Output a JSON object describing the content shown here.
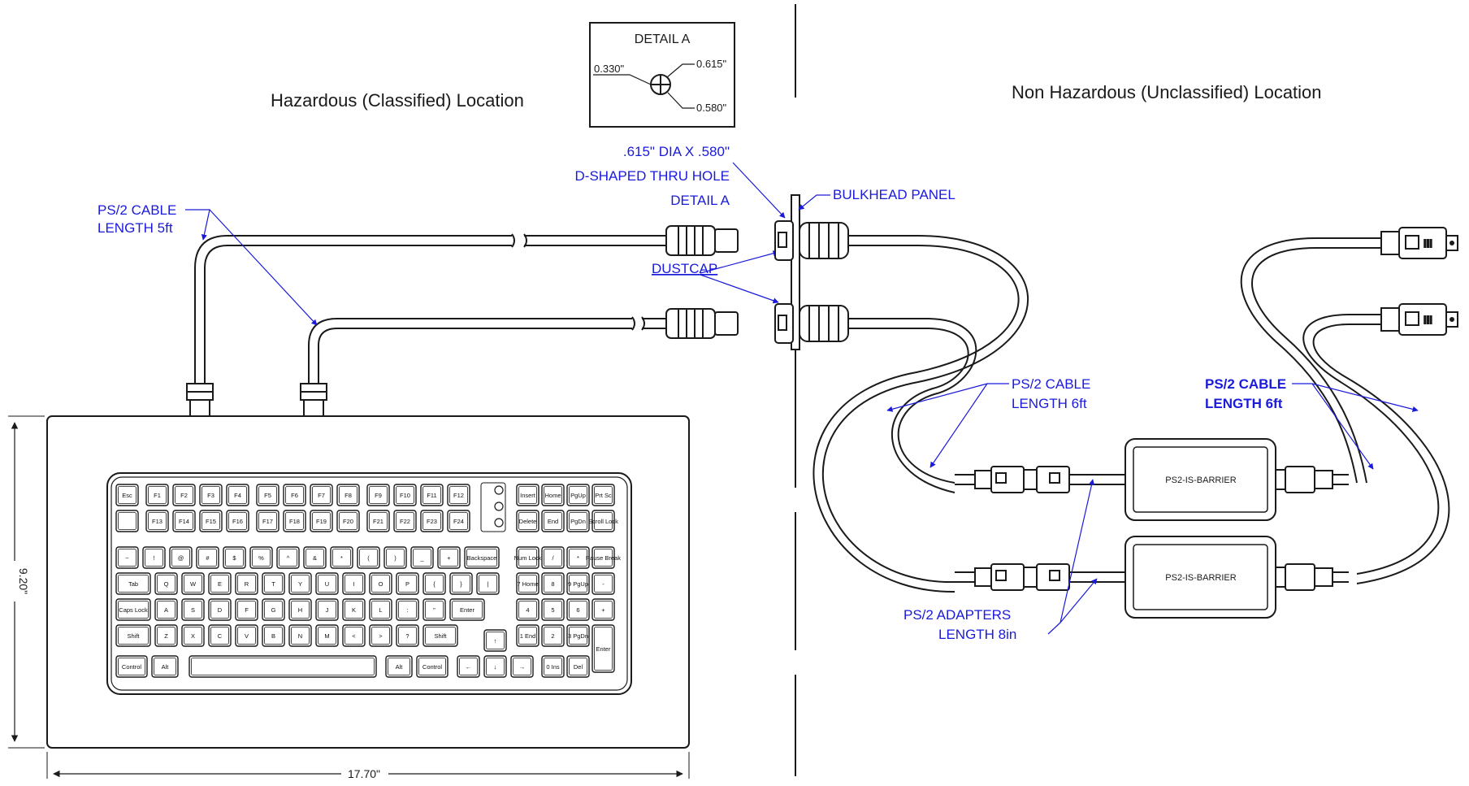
{
  "locations": {
    "hazardous": "Hazardous (Classified) Location",
    "non_hazardous": "Non Hazardous (Unclassified) Location"
  },
  "detail_a": {
    "title": "DETAIL A",
    "dim_width": "0.330\"",
    "dim_dia": "0.615\"",
    "dim_flat": "0.580\""
  },
  "callouts": {
    "hole_line1": ".615\" DIA X .580\"",
    "hole_line2": "D-SHAPED THRU HOLE",
    "hole_line3": "DETAIL A",
    "bulkhead": "BULKHEAD PANEL",
    "dustcap": "DUSTCAP",
    "ps2_cable_5ft_l1": "PS/2 CABLE",
    "ps2_cable_5ft_l2": "LENGTH 5ft",
    "ps2_cable_6ft_a_l1": "PS/2 CABLE",
    "ps2_cable_6ft_a_l2": "LENGTH 6ft",
    "ps2_cable_6ft_b_l1": "PS/2 CABLE",
    "ps2_cable_6ft_b_l2": "LENGTH 6ft",
    "adapters_l1": "PS/2 ADAPTERS",
    "adapters_l2": "LENGTH 8in"
  },
  "barriers": [
    "PS2-IS-BARRIER",
    "PS2-IS-BARRIER"
  ],
  "dimensions": {
    "height": "9.20\"",
    "width": "17.70\""
  },
  "keyboard": {
    "row1": [
      "Esc",
      "F1",
      "F2",
      "F3",
      "F4",
      "F5",
      "F6",
      "F7",
      "F8",
      "F9",
      "F10",
      "F11",
      "F12"
    ],
    "row1_right": [
      "Insert",
      "Home",
      "PgUp",
      "Prt Sc"
    ],
    "row2": [
      "",
      "F13",
      "F14",
      "F15",
      "F16",
      "F17",
      "F18",
      "F19",
      "F20",
      "F21",
      "F22",
      "F23",
      "F24"
    ],
    "row2_right": [
      "Delete",
      "End",
      "PgDn",
      "Scroll Lock"
    ],
    "leds": [
      "Num Lock",
      "Caps Lock",
      "Scroll Lock"
    ],
    "row3": [
      "~",
      "!",
      "@",
      "#",
      "$",
      "%",
      "^",
      "&",
      "*",
      "(",
      ")",
      "_",
      "+",
      "Backspace"
    ],
    "row3_pad": [
      "Num Lock",
      "/",
      "*",
      "Pause Break"
    ],
    "row4": [
      "Tab",
      "Q",
      "W",
      "E",
      "R",
      "T",
      "Y",
      "U",
      "I",
      "O",
      "P",
      "{",
      "}",
      "|"
    ],
    "row4_pad": [
      "7 Home",
      "8",
      "9 PgUp",
      "-"
    ],
    "row5": [
      "Caps Lock",
      "A",
      "S",
      "D",
      "F",
      "G",
      "H",
      "J",
      "K",
      "L",
      ":",
      "\"",
      "Enter"
    ],
    "row5_pad": [
      "4",
      "5",
      "6",
      "+"
    ],
    "row6": [
      "Shift",
      "Z",
      "X",
      "C",
      "V",
      "B",
      "N",
      "M",
      "<",
      ">",
      "?",
      "Shift"
    ],
    "row6_pad": [
      "1 End",
      "2",
      "3 PgDn",
      "Enter"
    ],
    "row7_left": [
      "Control",
      "Alt"
    ],
    "row7_right": [
      "Alt",
      "Control"
    ],
    "row7_pad": [
      "0 Ins",
      "Del"
    ]
  }
}
